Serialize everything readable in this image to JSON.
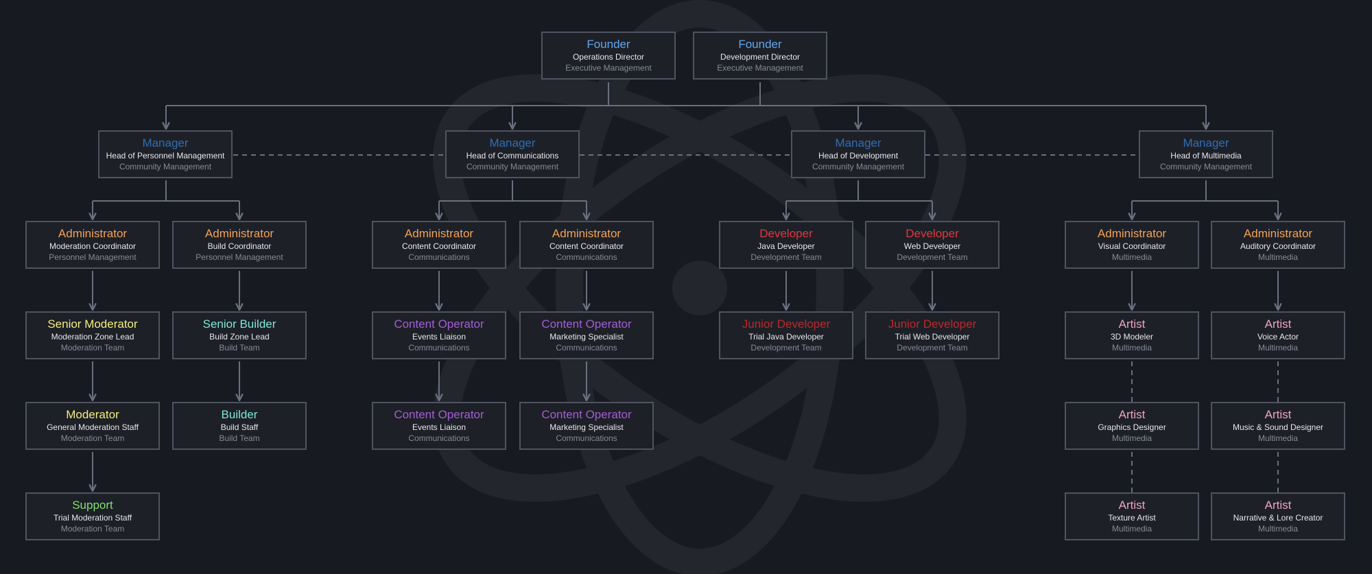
{
  "colors": {
    "background": "#181a21",
    "box_border": "#4f5461",
    "connector": "#6b7080",
    "founder": "#5fa7ef",
    "manager": "#2f6fb6",
    "administrator": "#f2a35a",
    "developer": "#e0383b",
    "junior_developer": "#b82a2c",
    "senior_moderator": "#f3ee7f",
    "moderator": "#f3ee7f",
    "support": "#7fe070",
    "senior_builder": "#7fe8d8",
    "builder": "#7fe8d8",
    "content_operator": "#a35ed8",
    "artist": "#f0a4c6"
  },
  "background_logo": {
    "icon": "atom-orbit-watermark"
  },
  "nodes": {
    "founder_ops": {
      "title": "Founder",
      "role": "Operations Director",
      "dept": "Executive Management"
    },
    "founder_dev": {
      "title": "Founder",
      "role": "Development Director",
      "dept": "Executive Management"
    },
    "mgr_personnel": {
      "title": "Manager",
      "role": "Head of Personnel Management",
      "dept": "Community Management"
    },
    "mgr_comms": {
      "title": "Manager",
      "role": "Head of Communications",
      "dept": "Community Management"
    },
    "mgr_dev": {
      "title": "Manager",
      "role": "Head of Development",
      "dept": "Community Management"
    },
    "mgr_multimedia": {
      "title": "Manager",
      "role": "Head of Multimedia",
      "dept": "Community Management"
    },
    "admin_moderation": {
      "title": "Administrator",
      "role": "Moderation Coordinator",
      "dept": "Personnel Management"
    },
    "admin_build": {
      "title": "Administrator",
      "role": "Build Coordinator",
      "dept": "Personnel Management"
    },
    "admin_content1": {
      "title": "Administrator",
      "role": "Content Coordinator",
      "dept": "Communications"
    },
    "admin_content2": {
      "title": "Administrator",
      "role": "Content Coordinator",
      "dept": "Communications"
    },
    "dev_java": {
      "title": "Developer",
      "role": "Java Developer",
      "dept": "Development Team"
    },
    "dev_web": {
      "title": "Developer",
      "role": "Web Developer",
      "dept": "Development Team"
    },
    "admin_visual": {
      "title": "Administrator",
      "role": "Visual Coordinator",
      "dept": "Multimedia"
    },
    "admin_auditory": {
      "title": "Administrator",
      "role": "Auditory Coordinator",
      "dept": "Multimedia"
    },
    "senior_moderator": {
      "title": "Senior Moderator",
      "role": "Moderation Zone Lead",
      "dept": "Moderation Team"
    },
    "senior_builder": {
      "title": "Senior Builder",
      "role": "Build Zone Lead",
      "dept": "Build Team"
    },
    "co_events1": {
      "title": "Content Operator",
      "role": "Events Liaison",
      "dept": "Communications"
    },
    "co_marketing1": {
      "title": "Content Operator",
      "role": "Marketing Specialist",
      "dept": "Communications"
    },
    "jr_java": {
      "title": "Junior Developer",
      "role": "Trial Java Developer",
      "dept": "Development Team"
    },
    "jr_web": {
      "title": "Junior Developer",
      "role": "Trial Web Developer",
      "dept": "Development Team"
    },
    "artist_3d": {
      "title": "Artist",
      "role": "3D Modeler",
      "dept": "Multimedia"
    },
    "artist_voice": {
      "title": "Artist",
      "role": "Voice Actor",
      "dept": "Multimedia"
    },
    "moderator": {
      "title": "Moderator",
      "role": "General Moderation Staff",
      "dept": "Moderation Team"
    },
    "builder": {
      "title": "Builder",
      "role": "Build Staff",
      "dept": "Build Team"
    },
    "co_events2": {
      "title": "Content Operator",
      "role": "Events Liaison",
      "dept": "Communications"
    },
    "co_marketing2": {
      "title": "Content Operator",
      "role": "Marketing Specialist",
      "dept": "Communications"
    },
    "artist_graphics": {
      "title": "Artist",
      "role": "Graphics Designer",
      "dept": "Multimedia"
    },
    "artist_music": {
      "title": "Artist",
      "role": "Music & Sound Designer",
      "dept": "Multimedia"
    },
    "support": {
      "title": "Support",
      "role": "Trial Moderation Staff",
      "dept": "Moderation Team"
    },
    "artist_texture": {
      "title": "Artist",
      "role": "Texture Artist",
      "dept": "Multimedia"
    },
    "artist_narrative": {
      "title": "Artist",
      "role": "Narrative & Lore Creator",
      "dept": "Multimedia"
    }
  }
}
